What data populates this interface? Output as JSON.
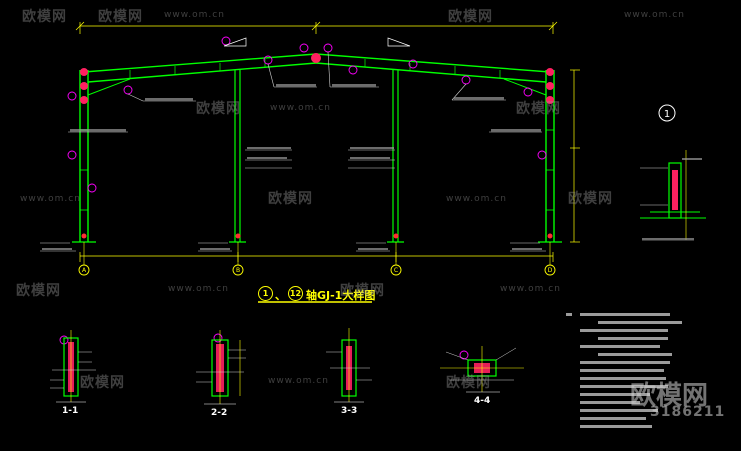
{
  "watermarks": {
    "logo": "欧模网",
    "url": "www.om.cn",
    "badge_big": "欧模网",
    "badge_code": "3186211"
  },
  "title": {
    "num1": "1",
    "num2": "12",
    "separator": "、",
    "text": "轴GJ-1大样图"
  },
  "axes": [
    "A",
    "B",
    "C",
    "D"
  ],
  "detail_marker": "1",
  "sections": [
    "1-1",
    "2-2",
    "3-3",
    "4-4"
  ],
  "colors": {
    "background": "#000000",
    "frame": "#00ff00",
    "dim": "#ffff00",
    "marker": "#ff00ff",
    "text": "#ffffff",
    "node": "#ff0000"
  }
}
